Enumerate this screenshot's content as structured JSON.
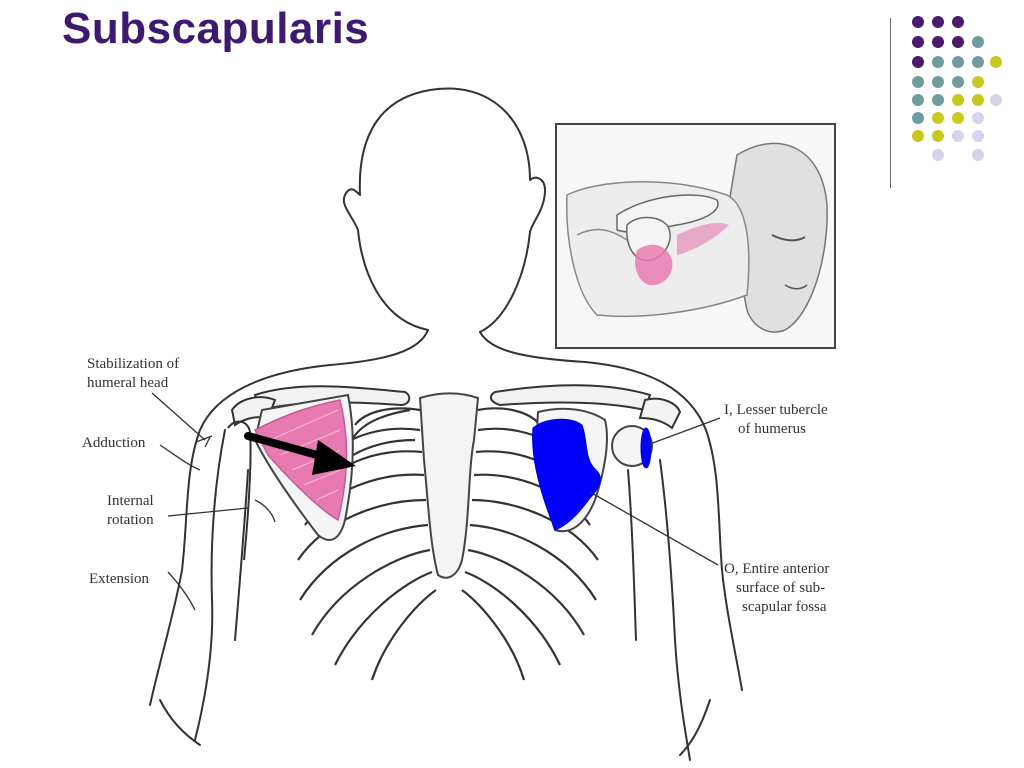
{
  "slide": {
    "title": "Subscapularis"
  },
  "labels": {
    "stabilization": [
      "Stabilization of",
      "humeral head"
    ],
    "adduction": "Adduction",
    "internal_rotation": [
      "Internal",
      "rotation"
    ],
    "extension": "Extension",
    "insertion": [
      "I, Lesser tubercle",
      "of humerus"
    ],
    "origin": [
      "O, Entire anterior",
      "surface of sub-",
      "scapular fossa"
    ]
  },
  "colors": {
    "title": "#3d1a6e",
    "muscle": "#e77ab0",
    "attachment": "#0000ff",
    "dot_purple": "#4a1a6b",
    "dot_teal": "#6f9c9c",
    "dot_yellow": "#c8c81e",
    "dot_lavender": "#d4d4ea"
  },
  "icons": {
    "action_arrow": "arrow-right-icon"
  }
}
